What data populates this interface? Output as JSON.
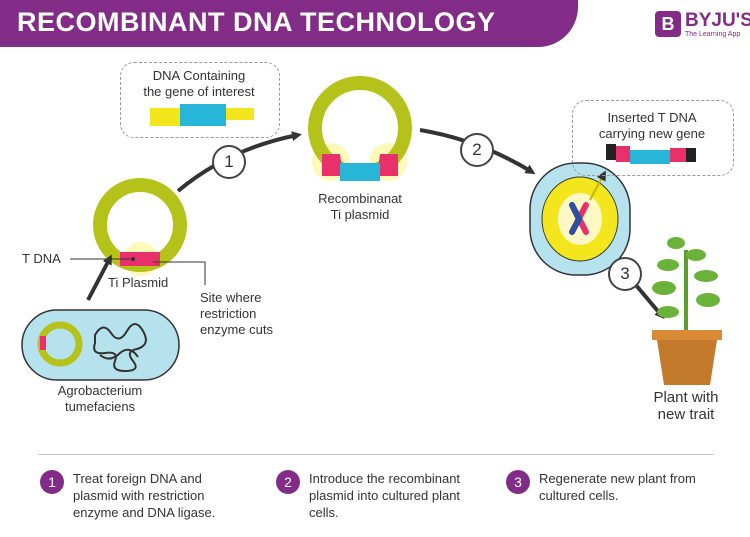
{
  "header": {
    "title": "RECOMBINANT DNA TECHNOLOGY"
  },
  "brand": {
    "mark": "B",
    "name": "BYJU'S",
    "tagline": "The Learning App"
  },
  "labels": {
    "dna_interest": [
      "DNA Containing",
      "the gene of interest"
    ],
    "recombinant": [
      "Recombinanat",
      "Ti plasmid"
    ],
    "inserted": [
      "Inserted T DNA",
      "carrying new gene"
    ],
    "t_dna": "T DNA",
    "ti_plasmid": "Ti Plasmid",
    "site": [
      "Site where",
      "restriction",
      "enzyme cuts"
    ],
    "agro": [
      "Agrobacterium",
      "tumefaciens"
    ],
    "plant": [
      "Plant with",
      "new trait"
    ]
  },
  "arrow_numbers": [
    "1",
    "2",
    "3"
  ],
  "steps": [
    {
      "num": "1",
      "text": "Treat foreign DNA and plasmid with restriction enzyme and DNA ligase."
    },
    {
      "num": "2",
      "text": "Introduce the recombinant plasmid into cultured plant cells."
    },
    {
      "num": "3",
      "text": "Regenerate new plant from cultured cells."
    }
  ],
  "colors": {
    "brand": "#822c87",
    "plasmid": "#b5c21a",
    "insert_cyan": "#27b6d8",
    "insert_pink": "#e8316b",
    "yellow": "#f3e61c",
    "pot": "#c47a2c"
  }
}
